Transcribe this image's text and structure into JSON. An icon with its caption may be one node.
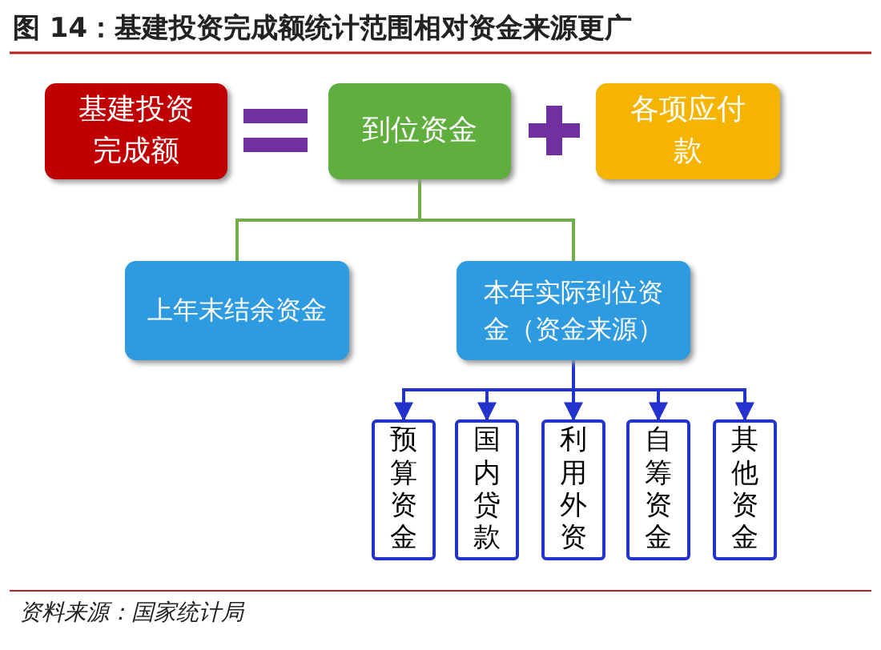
{
  "diagram": {
    "title": "图 14：基建投资完成额统计范围相对资金来源更广",
    "caption": "资料来源：国家统计局",
    "nodes": [
      {
        "text": [
          "基建投资完成额"
        ]
      },
      {
        "text": [
          "到位资金"
        ]
      },
      {
        "text": [
          "各项应付款"
        ]
      },
      {
        "text": [
          "上年末结余资金"
        ]
      },
      {
        "text": [
          "本年实际到位资金（资金来源）"
        ]
      },
      {
        "text": [
          "预算资金"
        ]
      },
      {
        "text": [
          "国内贷款"
        ]
      },
      {
        "text": [
          "利用外资"
        ]
      },
      {
        "text": [
          "自筹资金"
        ]
      },
      {
        "text": [
          "其他资金"
        ]
      }
    ],
    "edges": [
      {
        "from": 1,
        "to": 3,
        "arrow": "none",
        "color": "#70ad47"
      },
      {
        "from": 1,
        "to": 4,
        "arrow": "none",
        "color": "#70ad47"
      },
      {
        "from": 4,
        "to": 5,
        "arrow": "to"
      },
      {
        "from": 4,
        "to": 6,
        "arrow": "to"
      },
      {
        "from": 4,
        "to": 7,
        "arrow": "to"
      },
      {
        "from": 4,
        "to": 8,
        "arrow": "to"
      },
      {
        "from": 4,
        "to": 9,
        "arrow": "to"
      }
    ]
  }
}
